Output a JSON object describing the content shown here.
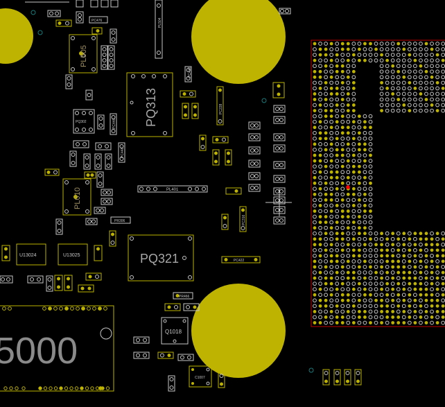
{
  "view": {
    "background": "#000000",
    "colors": {
      "outline": "#c8c8c8",
      "pad": "#bdb300",
      "pad_light": "#d8d0a0",
      "silk": "#bdb300",
      "bga_border": "#c00000",
      "marker": "#ff0000",
      "via": "#1a7a7a"
    }
  },
  "labels": {
    "pl505": "PL505",
    "pq313": "PQ313",
    "pq302": "PQ302",
    "pl010": "PL010",
    "pl401": "PL401",
    "pc476": "PC476",
    "pc228": "PC228",
    "pr306": "PR306",
    "pc422": "PC422",
    "pq321": "PQ321",
    "u13024": "U13024",
    "u13025": "U13025",
    "q1018": "Q1018",
    "pr466": "PR466",
    "c1007": "C1007",
    "big_5000": "5000",
    "pl504": "PL504",
    "pc418": "PC418",
    "pc446": "PC446",
    "pc448": "PC448",
    "pc316": "PC316",
    "pc425": "PC425"
  }
}
